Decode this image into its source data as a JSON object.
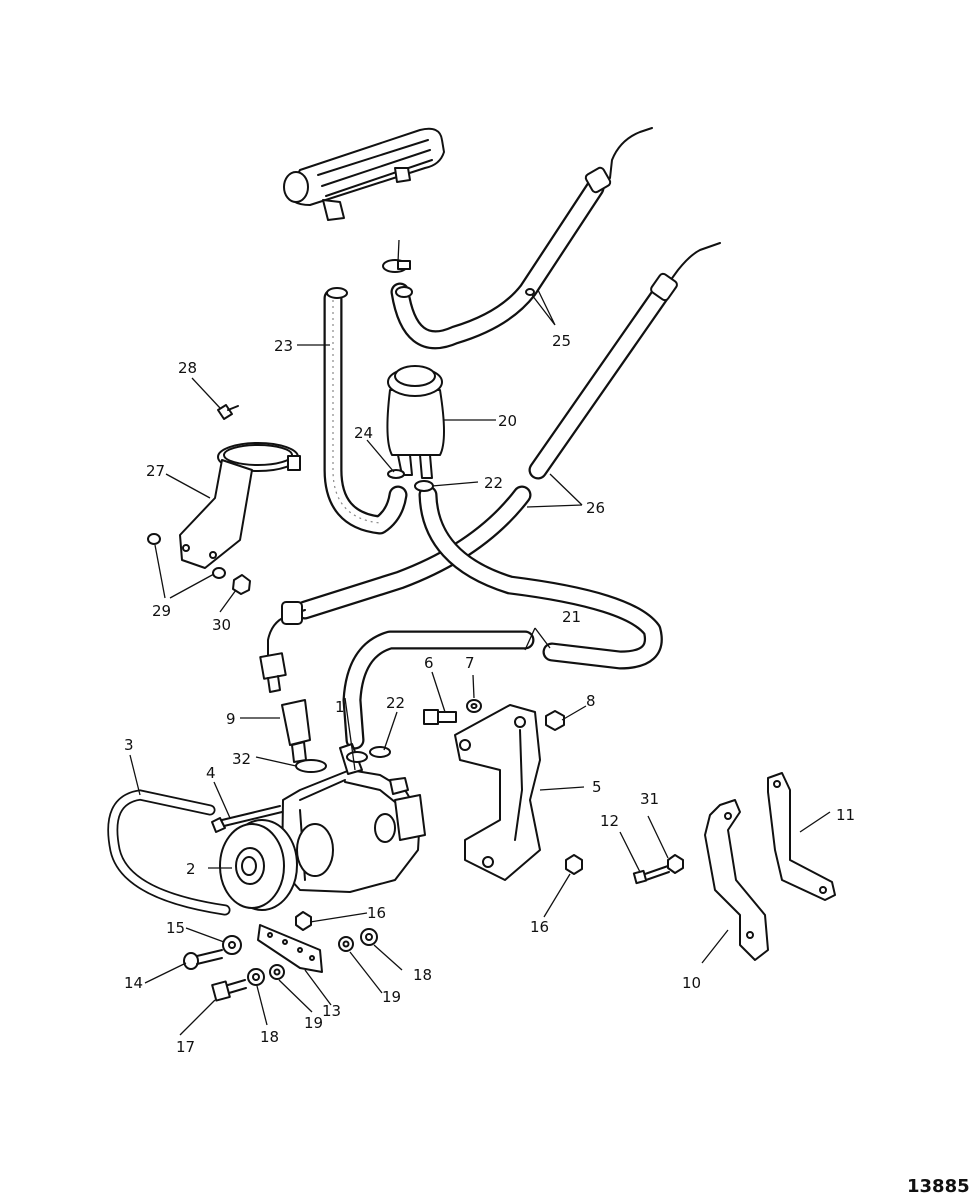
{
  "figure_number": "13885",
  "callouts": {
    "c1": "1",
    "c2": "2",
    "c3": "3",
    "c4": "4",
    "c5": "5",
    "c6": "6",
    "c7": "7",
    "c8": "8",
    "c9": "9",
    "c10": "10",
    "c11": "11",
    "c12": "12",
    "c13": "13",
    "c14": "14",
    "c15": "15",
    "c16a": "16",
    "c16b": "16",
    "c17": "17",
    "c18a": "18",
    "c18b": "18",
    "c19a": "19",
    "c19b": "19",
    "c20": "20",
    "c21": "21",
    "c22a": "22",
    "c22b": "22",
    "c23": "23",
    "c24": "24",
    "c25": "25",
    "c26": "26",
    "c27": "27",
    "c28": "28",
    "c29": "29",
    "c30": "30",
    "c31": "31",
    "c32": "32"
  }
}
